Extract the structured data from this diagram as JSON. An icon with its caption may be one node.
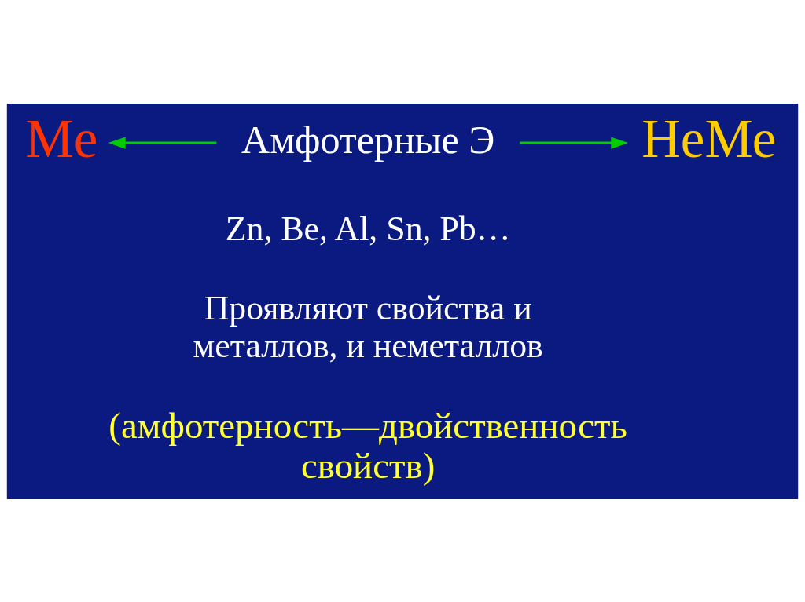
{
  "diagram": {
    "nodes": [
      {
        "text": [
          "Me"
        ]
      },
      {
        "text": [
          "Амфотерные Э"
        ]
      },
      {
        "text": [
          "НеМе"
        ]
      }
    ],
    "edges": [
      {
        "from": 1,
        "to": 0,
        "arrow": "to"
      },
      {
        "from": 1,
        "to": 2,
        "arrow": "to"
      }
    ],
    "labels": [
      "Zn, Be, Al, Sn, Pb…",
      "Проявляют свойства и металлов, и неметаллов",
      "(амфотерность—двойственность свойств)"
    ]
  }
}
